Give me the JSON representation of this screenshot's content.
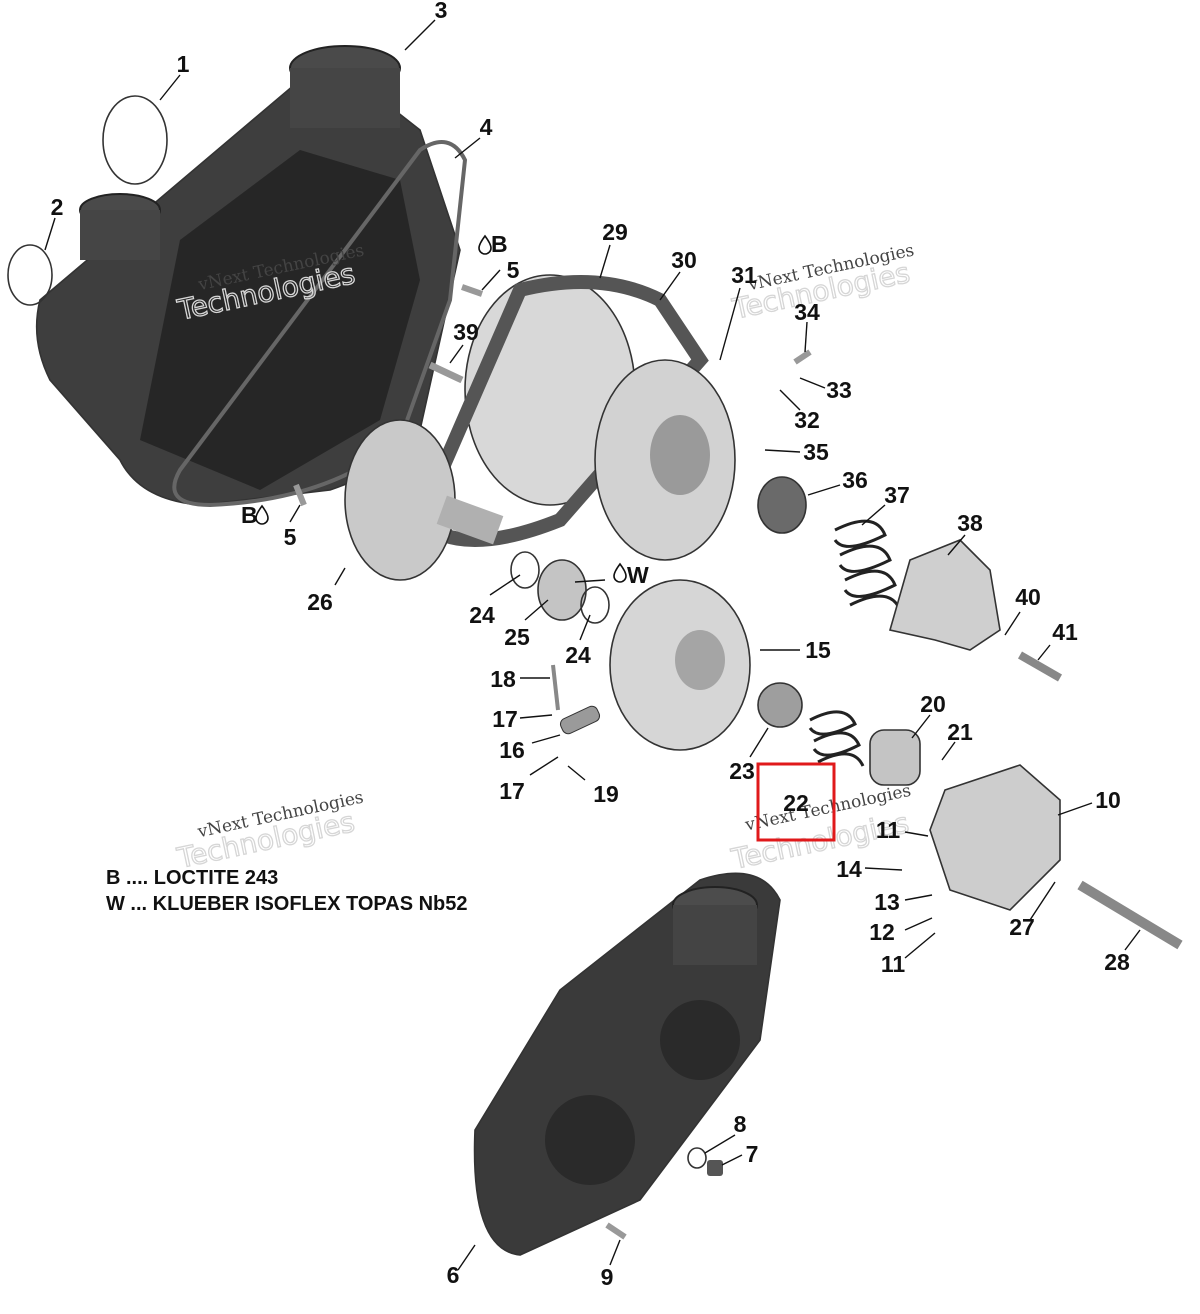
{
  "callouts": [
    "1",
    "2",
    "3",
    "4",
    "5",
    "5",
    "6",
    "7",
    "8",
    "9",
    "10",
    "11",
    "11",
    "12",
    "13",
    "14",
    "15",
    "16",
    "17",
    "17",
    "18",
    "19",
    "20",
    "21",
    "22",
    "23",
    "24",
    "24",
    "25",
    "26",
    "27",
    "28",
    "29",
    "30",
    "31",
    "32",
    "33",
    "34",
    "35",
    "36",
    "37",
    "38",
    "39",
    "40",
    "41"
  ],
  "lubricant_marks": {
    "b_top": "B",
    "b_left": "B",
    "w": "W"
  },
  "legend": {
    "b_line": "B .... LOCTITE 243",
    "w_line": "W ... KLUEBER ISOFLEX TOPAS Nb52"
  },
  "watermark": {
    "line1": "vNext Technologies",
    "line2": "Technologies",
    "small_top": "vNext"
  },
  "highlight": {
    "color": "#e0191b",
    "target": "22"
  }
}
